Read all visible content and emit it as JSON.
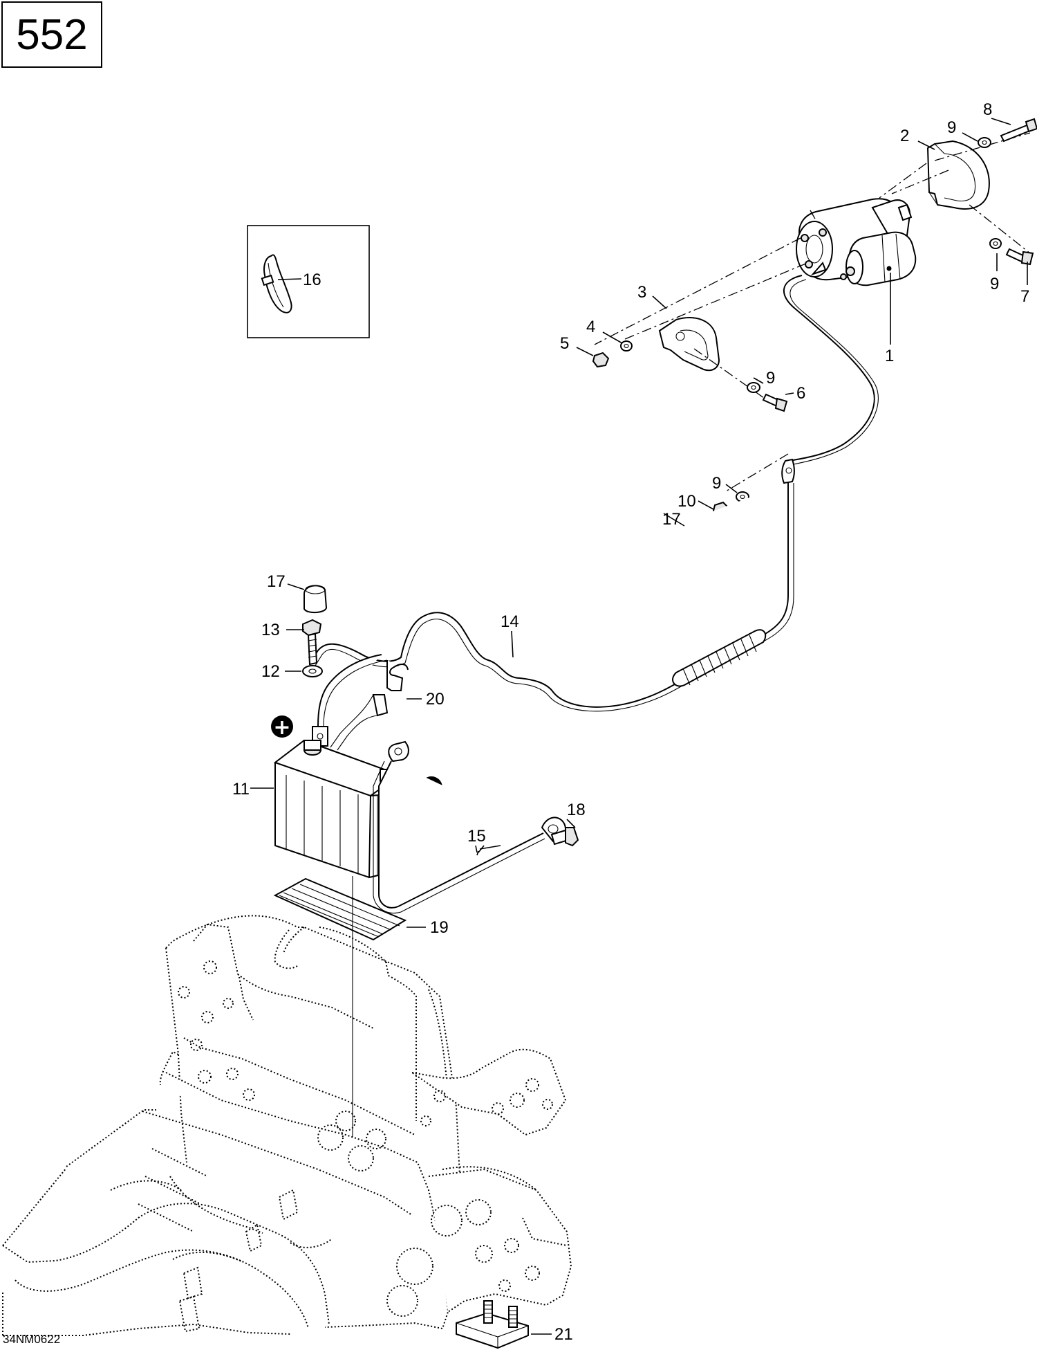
{
  "page_number": "552",
  "drawing_code": "34NM0622",
  "callouts": {
    "c1": "1",
    "c2": "2",
    "c3": "3",
    "c4": "4",
    "c5": "5",
    "c6": "6",
    "c7": "7",
    "c8": "8",
    "c9a": "9",
    "c9b": "9",
    "c9c": "9",
    "c9d": "9",
    "c10": "10",
    "c11": "11",
    "c12": "12",
    "c13": "13",
    "c14": "14",
    "c15": "15",
    "c16": "16",
    "c17a": "17",
    "c17b": "17",
    "c18": "18",
    "c19": "19",
    "c20": "20",
    "c21": "21"
  },
  "terminal_symbols": {
    "positive": "+",
    "negative": "−"
  },
  "colors": {
    "line": "#000000",
    "background": "#ffffff",
    "fill_light": "#e6e6e6"
  },
  "icons": [
    "starter-motor-icon",
    "battery-icon",
    "frame-icon",
    "tie-wrap-icon"
  ]
}
